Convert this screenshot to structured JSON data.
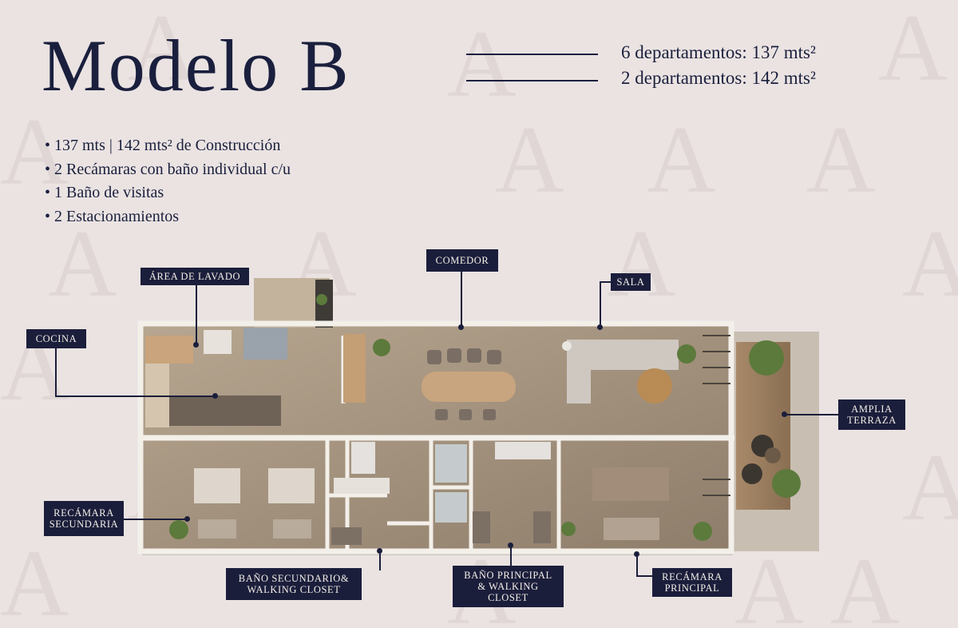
{
  "header": {
    "title": "Modelo B",
    "units": [
      "6 departamentos: 137 mts²",
      "2 departamentos: 142 mts²"
    ]
  },
  "features": [
    "• 137 mts | 142 mts² de Construcción",
    "• 2 Recámaras con baño individual c/u",
    "• 1 Baño de visitas",
    "• 2 Estacionamientos"
  ],
  "labels": {
    "area_lavado": "ÁREA DE LAVADO",
    "comedor": "COMEDOR",
    "sala": "SALA",
    "cocina": "COCINA",
    "terraza": "AMPLIA\nTERRAZA",
    "recamara_secundaria": "RECÁMARA\nSECUNDARIA",
    "bano_secundario": "BAÑO SECUNDARIO&\nWALKING CLOSET",
    "bano_principal": "BAÑO PRINCIPAL\n& WALKING\nCLOSET",
    "recamara_principal": "RECÁMARA\nPRINCIPAL"
  },
  "colors": {
    "background": "#eae3e2",
    "navy": "#1b1e3b",
    "floor": "#a69581",
    "wall": "#f3efe9"
  }
}
